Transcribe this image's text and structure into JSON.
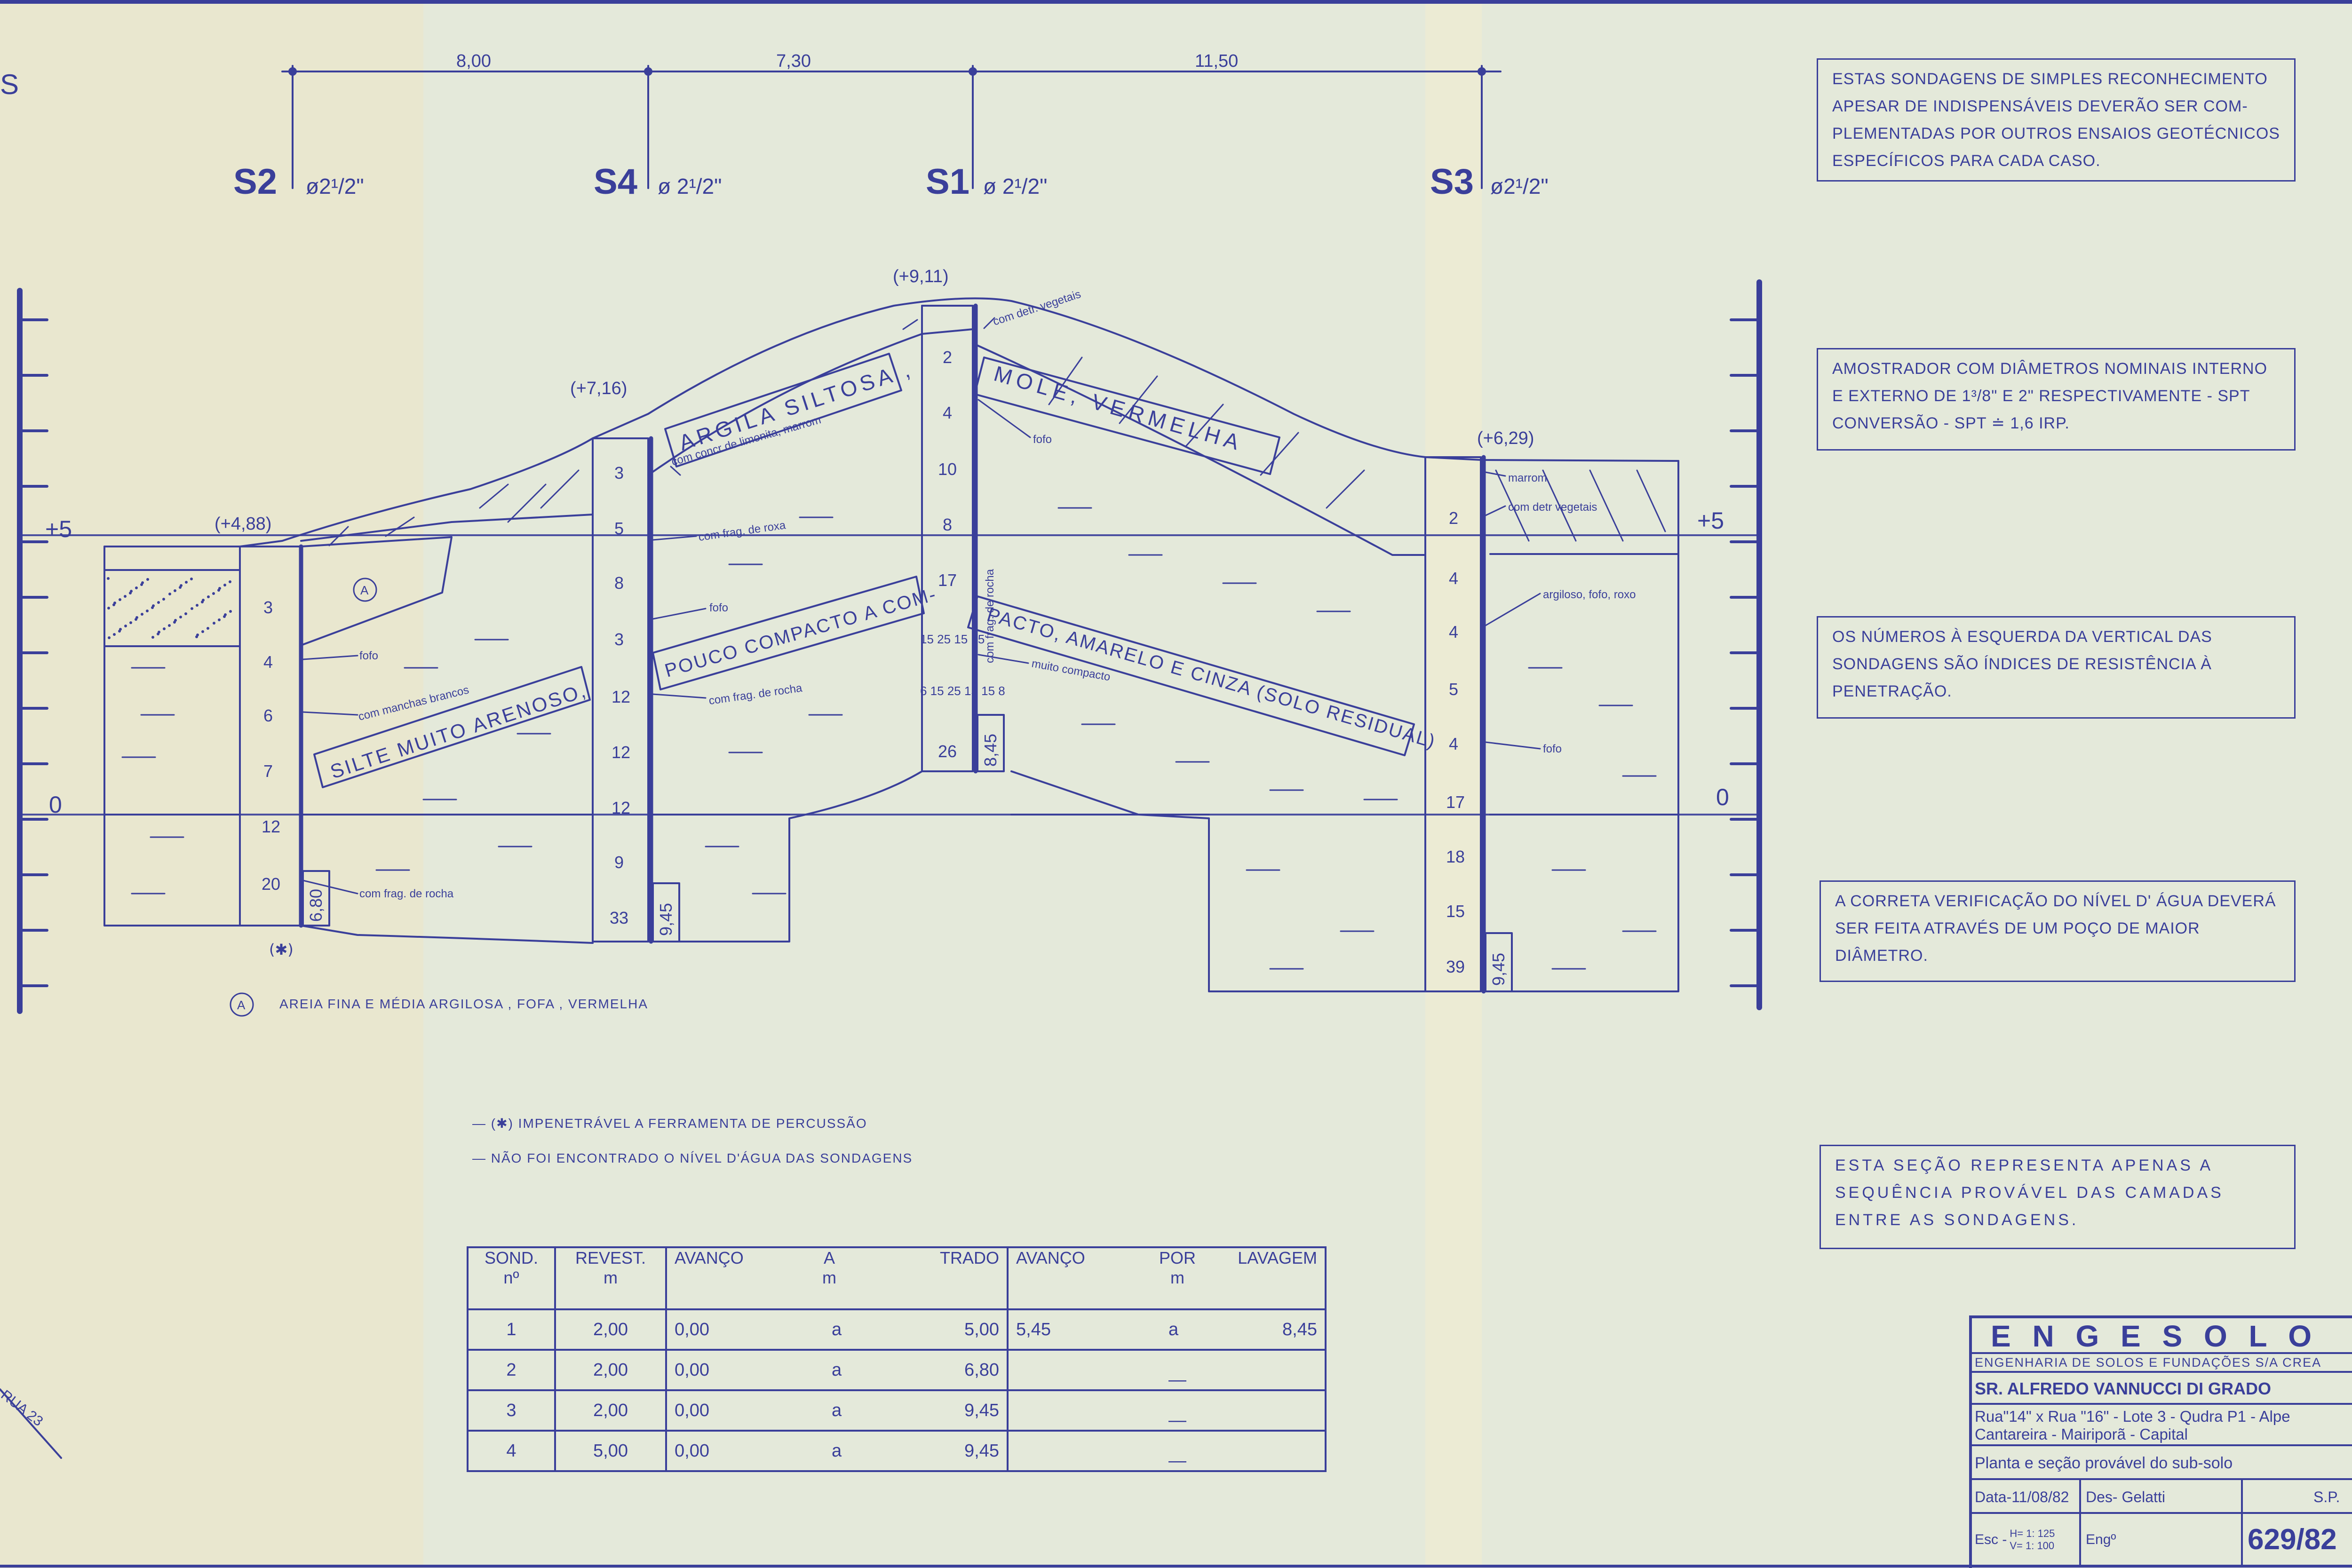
{
  "drawing": {
    "soundings": [
      {
        "id": "S2",
        "diam": "ø2¹/2\"",
        "elev": "(+4,88)",
        "spt": [
          "3",
          "4",
          "6",
          "7",
          "12",
          "20"
        ],
        "refusal": "6,80",
        "mark": "(✱)"
      },
      {
        "id": "S4",
        "diam": "ø 2¹/2\"",
        "elev": "(+7,16)",
        "spt": [
          "3",
          "5",
          "8",
          "3",
          "12",
          "12",
          "12",
          "9",
          "33"
        ],
        "refusal": "9,45"
      },
      {
        "id": "S1",
        "diam": "ø 2¹/2\"",
        "elev": "(+9,11)",
        "spt": [
          "2",
          "4",
          "10",
          "8",
          "17",
          "15 25\n15 15",
          "6 15 25\n15 15 8",
          "26"
        ],
        "refusal": "8,45"
      },
      {
        "id": "S3",
        "diam": "ø2¹/2\"",
        "elev": "(+6,29)",
        "spt": [
          "2",
          "4",
          "4",
          "5",
          "4",
          "17",
          "18",
          "15",
          "39"
        ],
        "refusal": "9,45"
      }
    ],
    "distances": [
      "8,00",
      "7,30",
      "11,50"
    ],
    "scale_left": {
      "plus5": "+5",
      "zero": "0"
    },
    "scale_right": {
      "plus5": "+5",
      "zero": "0"
    },
    "corner_mark": "S",
    "layers": {
      "clay": "ARGILA SILTOSA, MOLE, VERMELHA",
      "clay_part1": "ARGILA SILTOSA ,",
      "clay_part2": "MOLE, VERMELHA",
      "silt1": "SILTE MUITO ARENOSO,",
      "silt2": "POUCO COMPACTO A COM-",
      "silt3": "PACTO, AMARELO E CINZA (SOLO RESIDUAL)"
    },
    "annotations": {
      "limonita": "com concr de limonita, marrom",
      "detr1": "com detr. vegetais",
      "fofo": "fofo",
      "frag_roxa": "com frag. de roxa",
      "frag_rocha": "com frag. de rocha",
      "manchas": "com manchas brancos",
      "muito_compacto": "muito compacto",
      "frag_rocha_vert": "com frag. de rocha",
      "marrom": "marrom",
      "detr2": "com detr vegetais",
      "argiloso": "argiloso, fofo, roxo",
      "circle_a": "A"
    },
    "legend_a": "AREIA FINA E MÉDIA ARGILOSA , FOFA , VERMELHA",
    "legend_notes": [
      "— (✱) IMPENETRÁVEL A FERRAMENTA DE PERCUSSÃO",
      "— NÃO FOI ENCONTRADO O NÍVEL D'ÁGUA DAS SONDAGENS"
    ],
    "street": "RUA 23"
  },
  "notes": [
    "ESTAS SONDAGENS DE SIMPLES RECONHECIMENTO APESAR DE INDISPENSÁVEIS DEVERÃO SER COM-PLEMENTADAS POR OUTROS ENSAIOS GEOTÉCNICOS ESPECÍFICOS PARA CADA CASO.",
    "AMOSTRADOR COM DIÂMETROS NOMINAIS INTERNO E EXTERNO DE 1³/8\" E 2\" RESPECTIVAMENTE - SPT CONVERSÃO - SPT ≐ 1,6 IRP.",
    "OS NÚMEROS À ESQUERDA DA VERTICAL DAS SONDAGENS SÃO ÍNDICES DE RESISTÊNCIA À PENETRAÇÃO.",
    "A CORRETA VERIFICAÇÃO DO NÍVEL D' ÁGUA DEVERÁ SER FEITA ATRAVÉS DE UM POÇO DE MAIOR DIÂMETRO.",
    "ESTA SEÇÃO REPRESENTA APENAS A SEQUÊNCIA PROVÁVEL DAS CAMADAS ENTRE AS SONDAGENS."
  ],
  "table": {
    "headers": {
      "sond": "SOND.",
      "sond2": "nº",
      "revest": "REVEST.",
      "revest2": "m",
      "avanco1": "AVANÇO",
      "a": "A",
      "a2": "m",
      "trado": "TRADO",
      "avanco2": "AVANÇO",
      "por": "POR",
      "por2": "m",
      "lavagem": "LAVAGEM"
    },
    "rows": [
      {
        "n": "1",
        "revest": "2,00",
        "from": "0,00",
        "a": "a",
        "trado": "5,00",
        "av2": "5,45",
        "a2": "a",
        "lav": "8,45"
      },
      {
        "n": "2",
        "revest": "2,00",
        "from": "0,00",
        "a": "a",
        "trado": "6,80",
        "av2": "",
        "a2": "—",
        "lav": ""
      },
      {
        "n": "3",
        "revest": "2,00",
        "from": "0,00",
        "a": "a",
        "trado": "9,45",
        "av2": "",
        "a2": "—",
        "lav": ""
      },
      {
        "n": "4",
        "revest": "5,00",
        "from": "0,00",
        "a": "a",
        "trado": "9,45",
        "av2": "",
        "a2": "—",
        "lav": ""
      }
    ]
  },
  "title_block": {
    "company": "E N G E S O L O",
    "subtitle": "ENGENHARIA DE SOLOS E FUNDAÇÕES S/A CREA",
    "client": "SR. ALFREDO VANNUCCI DI GRADO",
    "address1": "Rua\"14\" x Rua \"16\" - Lote 3 - Qudra P1 - Alpe",
    "address2": "Cantareira - Mairiporã - Capital",
    "description": "Planta e seção provável do sub-solo",
    "date": "Data-11/08/82",
    "designer": "Des- Gelatti",
    "place": "S.P.",
    "scale_label": "Esc -",
    "scale_h": "H= 1: 125",
    "scale_v": "V= 1: 100",
    "engineer": "Engº",
    "number": "629/82"
  },
  "colors": {
    "ink": "#3a3f9a",
    "paper": "#e4e9da"
  }
}
